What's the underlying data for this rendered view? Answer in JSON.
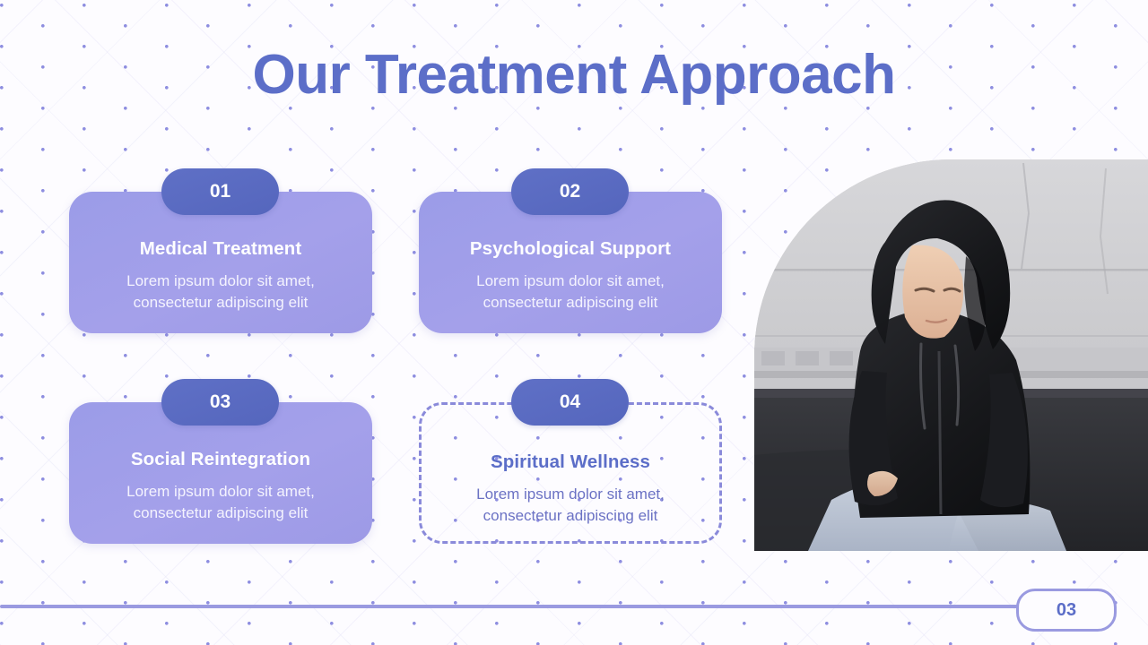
{
  "slide": {
    "title": "Our Treatment Approach",
    "page_number": "03",
    "accent_color": "#5c6ec8",
    "card_fill_color": "#9b9ce8",
    "badge_color": "#5a6cc0",
    "dot_color": "#8e8ee0",
    "background_color": "#fdfcff"
  },
  "cards": [
    {
      "number": "01",
      "title": "Medical Treatment",
      "description": "Lorem ipsum dolor sit amet, consectetur adipiscing elit",
      "style": "filled"
    },
    {
      "number": "02",
      "title": "Psychological Support",
      "description": "Lorem ipsum dolor sit amet, consectetur adipiscing elit",
      "style": "filled"
    },
    {
      "number": "03",
      "title": "Social Reintegration",
      "description": "Lorem ipsum dolor sit amet, consectetur adipiscing elit",
      "style": "filled"
    },
    {
      "number": "04",
      "title": "Spiritual Wellness",
      "description": "Lorem ipsum dolor sit amet, consectetur adipiscing elit",
      "style": "outlined"
    }
  ],
  "photo": {
    "alt": "young-person-in-black-hoodie-seated-on-couch"
  }
}
